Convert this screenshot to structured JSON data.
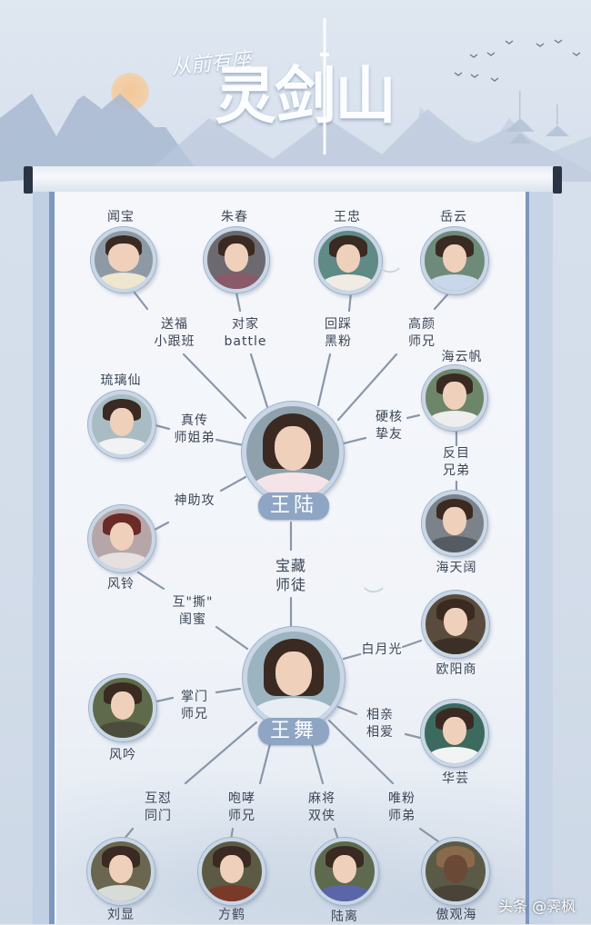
{
  "header": {
    "title_small": "从前有座",
    "title_main": "灵剑山"
  },
  "center_nodes": {
    "wanglu": {
      "name": "王陆"
    },
    "wangwu": {
      "name": "王舞"
    },
    "link_label": "宝藏\n师徒"
  },
  "wanglu_relations": [
    {
      "name": "闻宝",
      "label": "送福\n小跟班"
    },
    {
      "name": "朱春",
      "label": "对家\nbattle"
    },
    {
      "name": "王忠",
      "label": "回踩\n黑粉"
    },
    {
      "name": "岳云",
      "label": "高颜\n师兄"
    },
    {
      "name": "琉璃仙",
      "label": "真传\n师姐弟"
    },
    {
      "name": "海云帆",
      "label": "硬核\n挚友"
    },
    {
      "name": "风铃",
      "label": "神助攻"
    }
  ],
  "side_relations": [
    {
      "from": "海云帆",
      "to": "海天阔",
      "label": "反目\n兄弟"
    },
    {
      "from": "风铃",
      "to": "王舞",
      "label": "互\"撕\"\n闺蜜"
    }
  ],
  "wangwu_relations": [
    {
      "name": "欧阳商",
      "label": "白月光"
    },
    {
      "name": "风吟",
      "label": "掌门\n师兄"
    },
    {
      "name": "华芸",
      "label": "相亲\n相爱"
    },
    {
      "name": "刘显",
      "label": "互怼\n同门"
    },
    {
      "name": "方鹤",
      "label": "咆哮\n师兄"
    },
    {
      "name": "陆离",
      "label": "麻将\n双侠"
    },
    {
      "name": "傲观海",
      "label": "唯粉\n师弟"
    }
  ],
  "extra_names": {
    "haitiankuo": "海天阔"
  },
  "watermark": "头条 @霁枫",
  "colors": {
    "pill_bg": "#8ea5c3",
    "line": "#8a97a8",
    "text": "#3d4656",
    "scroll_edge": "#7f97be"
  }
}
